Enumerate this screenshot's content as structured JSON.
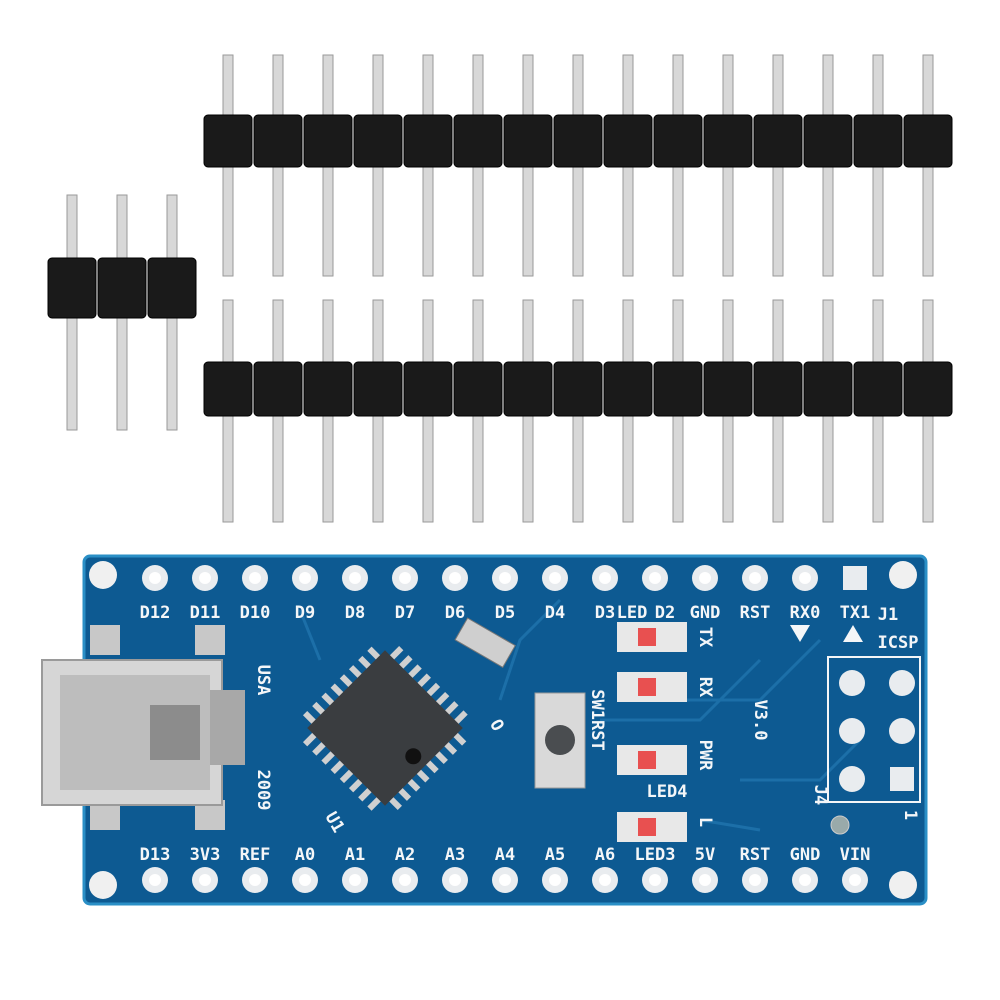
{
  "colors": {
    "pcb": "#0d5a92",
    "pcb_edge": "#2a8fc6",
    "header_plastic": "#1a1a1a",
    "pin_metal": "#d8d8d8",
    "pad": "#e9ecef"
  },
  "headers": {
    "long_row_pin_count": 15,
    "long_row_count": 2,
    "short_header_pin_count": 3
  },
  "board": {
    "top_pins": [
      "D12",
      "D11",
      "D10",
      "D9",
      "D8",
      "D7",
      "D6",
      "D5",
      "D4",
      "D3",
      "D2",
      "GND",
      "RST",
      "RX0",
      "TX1"
    ],
    "bottom_pins": [
      "D13",
      "3V3",
      "REF",
      "A0",
      "A1",
      "A2",
      "A3",
      "A4",
      "A5",
      "A6",
      "LED3",
      "5V",
      "RST",
      "GND",
      "VIN"
    ],
    "led_labels": {
      "led": "LED",
      "tx": "TX",
      "rx": "RX",
      "pwr": "PWR",
      "led4": "LED4",
      "l": "L"
    },
    "misc": {
      "sw": "SW1RST",
      "usa": "USA",
      "year": "2009",
      "u1": "U1",
      "version": "V3.0",
      "j1": "J1",
      "icsp": "ICSP",
      "j4": "J4",
      "pin1": "1",
      "o": "O"
    }
  }
}
